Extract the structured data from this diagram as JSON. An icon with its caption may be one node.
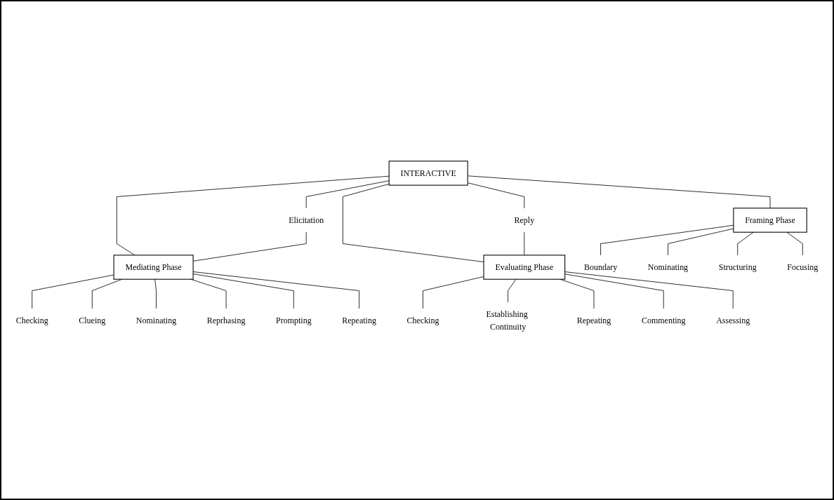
{
  "diagram": {
    "nodes": [
      {
        "text": [
          "INTERACTIVE"
        ]
      },
      {
        "text": [
          "Framing Phase"
        ]
      },
      {
        "text": [
          "Elicitation"
        ]
      },
      {
        "text": [
          "Mediating Phase"
        ]
      },
      {
        "text": [
          "Reply"
        ]
      },
      {
        "text": [
          "Evaluating Phase"
        ]
      },
      {
        "text": [
          "Boundary"
        ]
      },
      {
        "text": [
          "Nominating"
        ]
      },
      {
        "text": [
          "Structuring"
        ]
      },
      {
        "text": [
          "Focusing"
        ]
      },
      {
        "text": [
          "Checking"
        ]
      },
      {
        "text": [
          "Clueing"
        ]
      },
      {
        "text": [
          "Nominating"
        ]
      },
      {
        "text": [
          "Reprhasing"
        ]
      },
      {
        "text": [
          "Prompting"
        ]
      },
      {
        "text": [
          "Repeating"
        ]
      },
      {
        "text": [
          "Checking"
        ]
      },
      {
        "text": [
          "Establishing Continuity"
        ]
      },
      {
        "text": [
          "Repeating"
        ]
      },
      {
        "text": [
          "Commenting"
        ]
      },
      {
        "text": [
          "Assessing"
        ]
      }
    ],
    "edges": [
      {
        "from": 0,
        "to": 1,
        "arrow": "none"
      },
      {
        "from": 0,
        "to": 2,
        "arrow": "none"
      },
      {
        "from": 0,
        "to": 3,
        "arrow": "none"
      },
      {
        "from": 0,
        "to": 4,
        "arrow": "none"
      },
      {
        "from": 0,
        "to": 5,
        "arrow": "none"
      },
      {
        "from": 2,
        "to": 3,
        "arrow": "none"
      },
      {
        "from": 4,
        "to": 5,
        "arrow": "none"
      },
      {
        "from": 1,
        "to": 6,
        "arrow": "none"
      },
      {
        "from": 1,
        "to": 7,
        "arrow": "none"
      },
      {
        "from": 1,
        "to": 8,
        "arrow": "none"
      },
      {
        "from": 1,
        "to": 9,
        "arrow": "none"
      },
      {
        "from": 3,
        "to": 10,
        "arrow": "none"
      },
      {
        "from": 3,
        "to": 11,
        "arrow": "none"
      },
      {
        "from": 3,
        "to": 12,
        "arrow": "none"
      },
      {
        "from": 3,
        "to": 13,
        "arrow": "none"
      },
      {
        "from": 3,
        "to": 14,
        "arrow": "none"
      },
      {
        "from": 3,
        "to": 15,
        "arrow": "none"
      },
      {
        "from": 5,
        "to": 16,
        "arrow": "none"
      },
      {
        "from": 5,
        "to": 17,
        "arrow": "none"
      },
      {
        "from": 5,
        "to": 18,
        "arrow": "none"
      },
      {
        "from": 5,
        "to": 19,
        "arrow": "none"
      },
      {
        "from": 5,
        "to": 20,
        "arrow": "none"
      }
    ]
  }
}
